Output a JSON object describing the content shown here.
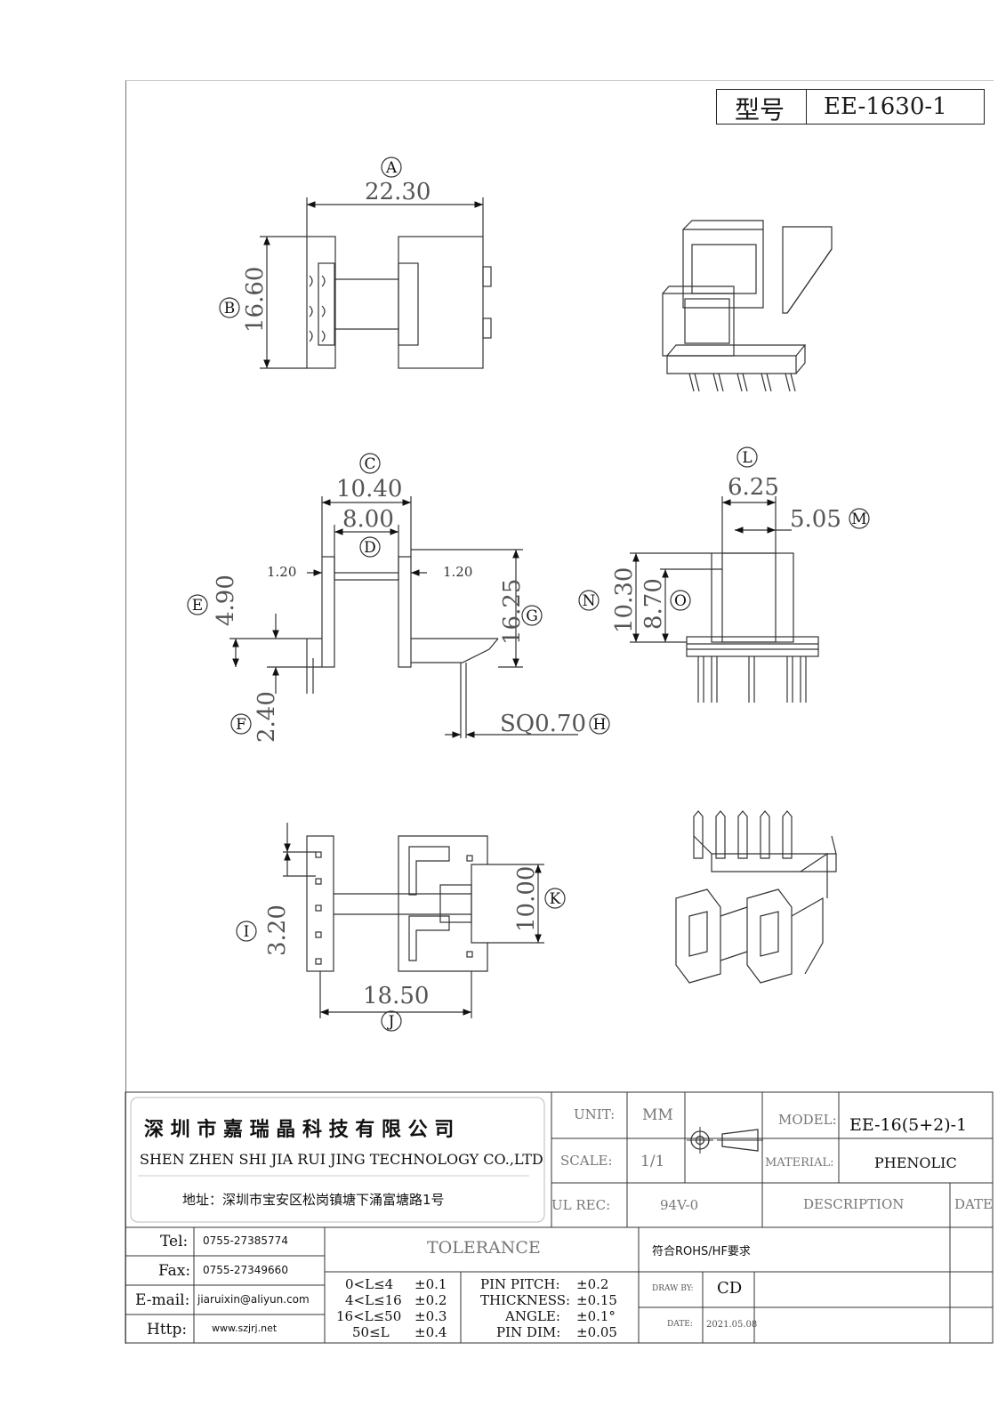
{
  "model_box": {
    "label": "型号",
    "value": "EE-1630-1"
  },
  "dims": {
    "A": "22.30",
    "B": "16.60",
    "C": "10.40",
    "D": "8.00",
    "E": "4.90",
    "F": "2.40",
    "G": "16.25",
    "H": "SQ0.70",
    "I": "3.20",
    "J": "18.50",
    "K": "10.00",
    "L": "6.25",
    "M": "5.05",
    "N": "10.30",
    "O": "8.70",
    "gap_left": "1.20",
    "gap_right": "1.20"
  },
  "labels": [
    "A",
    "B",
    "C",
    "D",
    "E",
    "F",
    "G",
    "H",
    "I",
    "J",
    "K",
    "L",
    "M",
    "N",
    "O"
  ],
  "company": {
    "name_cn": "深 圳 市 嘉 瑞 晶 科 技 有 限 公 司",
    "name_en": "SHEN ZHEN SHI  JIA RUI JING  TECHNOLOGY CO.,LTD",
    "address": "地址：深圳市宝安区松岗镇塘下涌富塘路1号",
    "contacts": [
      {
        "key": "Tel:",
        "value": "0755-27385774"
      },
      {
        "key": "Fax:",
        "value": "0755-27349660"
      },
      {
        "key": "E-mail:",
        "value": "jiaruixin@aliyun.com"
      },
      {
        "key": "Http:",
        "value": "www.szjrj.net"
      }
    ]
  },
  "titleblock": {
    "unit_label": "UNIT:",
    "unit_value": "MM",
    "scale_label": "SCALE:",
    "scale_value": "1/1",
    "ul_label": "UL REC:",
    "ul_value": "94V-0",
    "model_label": "MODEL:",
    "model_value": "EE-16(5+2)-1",
    "material_label": "MATERIAL:",
    "material_value": "PHENOLIC",
    "description_label": "DESCRIPTION",
    "date_label": "DATE",
    "rohs": "符合ROHS/HF要求",
    "draw_by_label": "DRAW BY:",
    "draw_by_value": "CD",
    "date_field_label": "DATE:",
    "date_field_value": "2021.05.08",
    "tolerance_title": "TOLERANCE",
    "tolerance_ranges": [
      {
        "range": "0<L≤4",
        "tol": "±0.1"
      },
      {
        "range": "4<L≤16",
        "tol": "±0.2"
      },
      {
        "range": "16<L≤50",
        "tol": "±0.3"
      },
      {
        "range": "50≤L",
        "tol": "±0.4"
      }
    ],
    "tolerance_items": [
      {
        "name": "PIN PITCH:",
        "tol": "±0.2"
      },
      {
        "name": "THICKNESS:",
        "tol": "±0.15"
      },
      {
        "name": "ANGLE:",
        "tol": "±0.1°"
      },
      {
        "name": "PIN DIM:",
        "tol": "±0.05"
      }
    ]
  }
}
